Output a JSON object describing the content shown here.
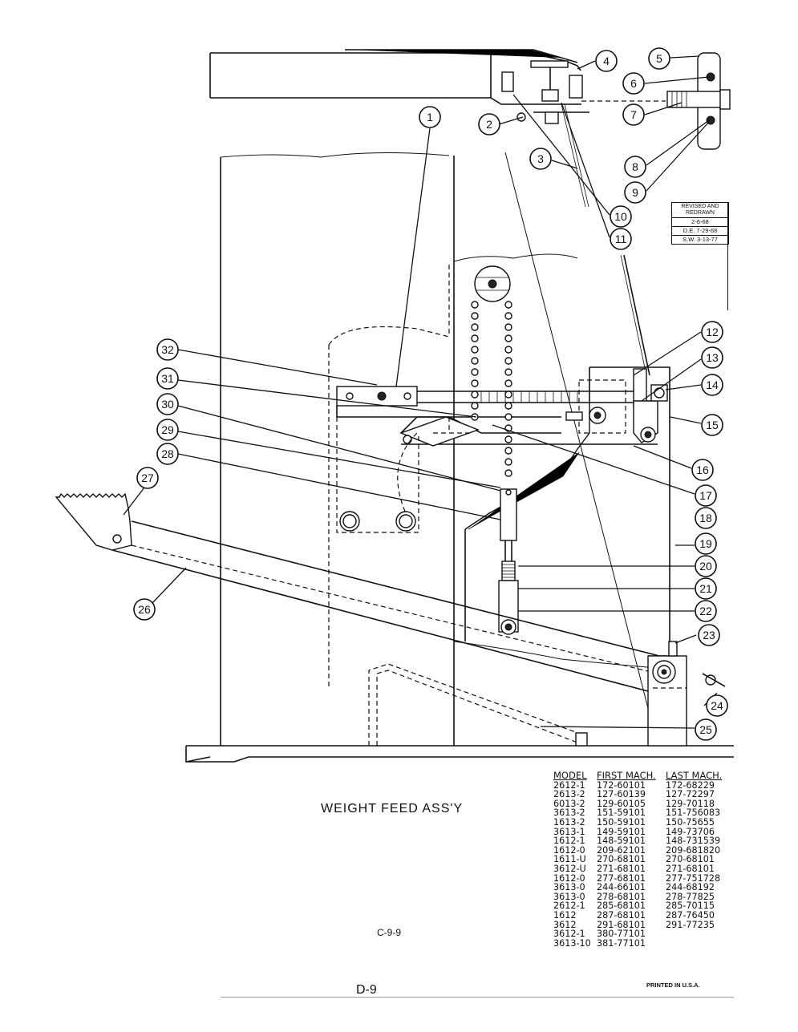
{
  "callouts": [
    "1",
    "2",
    "3",
    "4",
    "5",
    "6",
    "7",
    "8",
    "9",
    "10",
    "11",
    "12",
    "13",
    "14",
    "15",
    "16",
    "17",
    "18",
    "19",
    "20",
    "21",
    "22",
    "23",
    "24",
    "25",
    "26",
    "27",
    "28",
    "29",
    "30",
    "31",
    "32"
  ],
  "revision": {
    "title": "REVISED AND REDRAWN",
    "rows": [
      "2-6-68",
      "D.E.   7-29-68",
      "S.W. 3-13-77"
    ]
  },
  "assembly_title": "WEIGHT FEED ASS'Y",
  "drawing_code": "C-9-9",
  "page_number": "D-9",
  "printed_note": "PRINTED IN U.S.A.",
  "model_table": {
    "headers": [
      "MODEL",
      "FIRST MACH.",
      "LAST MACH."
    ],
    "rows": [
      [
        "2612-1",
        "172-60101",
        "172-68229"
      ],
      [
        "2613-2",
        "127-60139",
        "127-72297"
      ],
      [
        "6013-2",
        "129-60105",
        "129-70118"
      ],
      [
        "3613-2",
        "151-59101",
        "151-756083"
      ],
      [
        "1613-2",
        "150-59101",
        "150-75655"
      ],
      [
        "3613-1",
        "149-59101",
        "149-73706"
      ],
      [
        "1612-1",
        "148-59101",
        "148-731539"
      ],
      [
        "1612-0",
        "209-62101",
        "209-681820"
      ],
      [
        "1611-U",
        "270-68101",
        "270-68101"
      ],
      [
        "3612-U",
        "271-68101",
        "271-68101"
      ],
      [
        "1612-0",
        "277-68101",
        "277-751728"
      ],
      [
        "3613-0",
        "244-66101",
        "244-68192"
      ],
      [
        "3613-0",
        "278-68101",
        "278-77825"
      ],
      [
        "2612-1",
        "285-68101",
        "285-70115"
      ],
      [
        "1612",
        "287-68101",
        "287-76450"
      ],
      [
        "3612",
        "291-68101",
        "291-77235"
      ],
      [
        "3612-1",
        "380-77101",
        ""
      ],
      [
        "3613-10",
        "381-77101",
        ""
      ]
    ]
  }
}
